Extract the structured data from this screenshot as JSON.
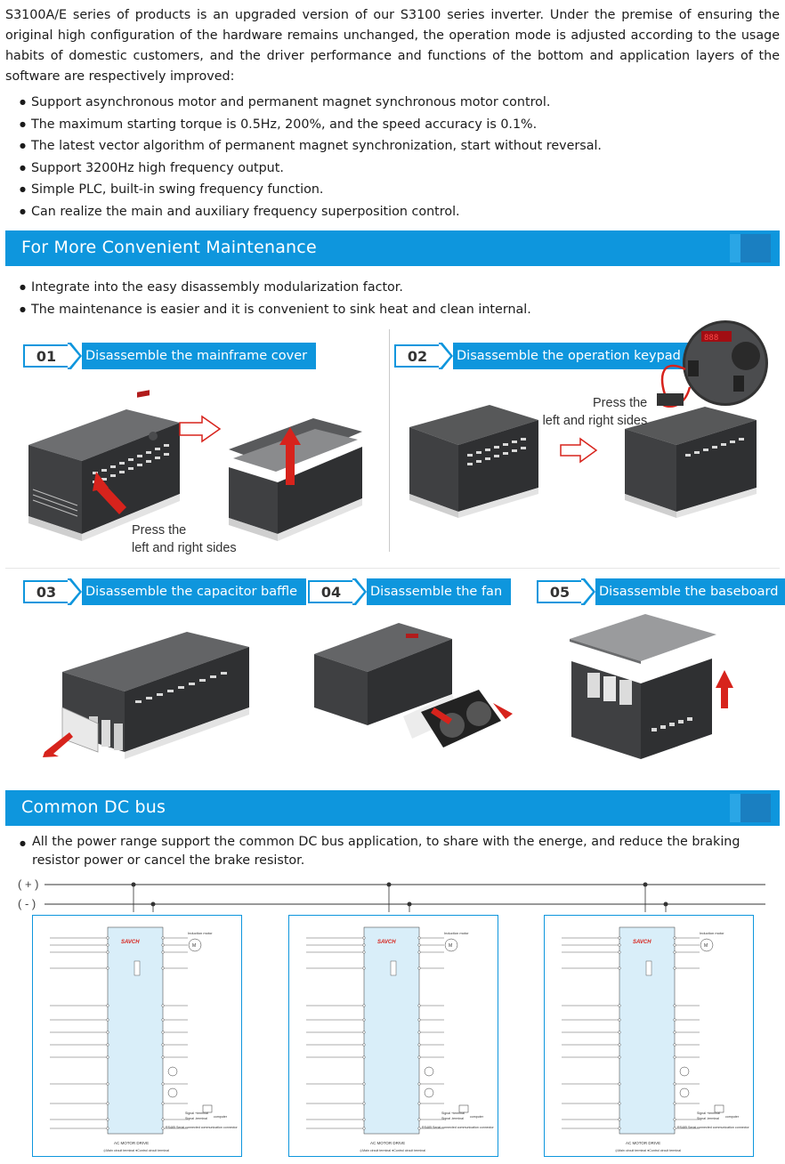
{
  "intro": {
    "paragraph": "S3100A/E series of products is an upgraded version of our S3100 series inverter. Under the premise of ensuring the original high configuration of the hardware remains unchanged, the operation mode is adjusted according to the usage habits of domestic customers, and the driver performance and functions of the bottom and application layers of the software are respectively improved:",
    "bullets": [
      "Support asynchronous motor and permanent magnet synchronous motor control.",
      "The maximum starting torque is 0.5Hz, 200%, and the speed accuracy is 0.1%.",
      "The latest vector algorithm of permanent magnet synchronization, start without reversal.",
      "Support 3200Hz high frequency output.",
      "Simple PLC, built-in swing frequency function.",
      "Can realize the main and auxiliary frequency superposition control."
    ]
  },
  "maintenance": {
    "title": "For More Convenient Maintenance",
    "bullets": [
      "Integrate into the easy disassembly modularization factor.",
      "The maintenance is easier and it is convenient to sink heat and clean internal."
    ],
    "steps": [
      {
        "num": "01",
        "label": "Disassemble the mainframe cover",
        "caption_line1": "Press the",
        "caption_line2": "left and right sides"
      },
      {
        "num": "02",
        "label": "Disassemble the operation keypad",
        "caption_line1": "Press the",
        "caption_line2": "left and right sides"
      },
      {
        "num": "03",
        "label": "Disassemble the capacitor baffle"
      },
      {
        "num": "04",
        "label": "Disassemble the fan"
      },
      {
        "num": "05",
        "label": "Disassemble the baseboard"
      }
    ]
  },
  "dc_bus": {
    "title": "Common DC bus",
    "bullet": "All the power range support the common DC bus application, to share with the energe, and reduce the braking resistor power or cancel the brake resistor.",
    "plus_label": "( + )",
    "minus_label": "( - )",
    "diagram": {
      "brand": "SAVCH",
      "footer": "AC MOTOR DRIVE",
      "legend_main": "Main circuit terminal",
      "legend_control": "Control circuit terminal",
      "motor_label": "Induction motor",
      "signal_plus": "Signal +terminal",
      "signal_minus": "Signal -terminal",
      "rs485": "RS485 Serial connected communication connector",
      "computer": "computer"
    }
  },
  "colors": {
    "accent": "#0e96dd",
    "accent_dark": "#1a7fc1",
    "arrow_red": "#e0231c"
  }
}
